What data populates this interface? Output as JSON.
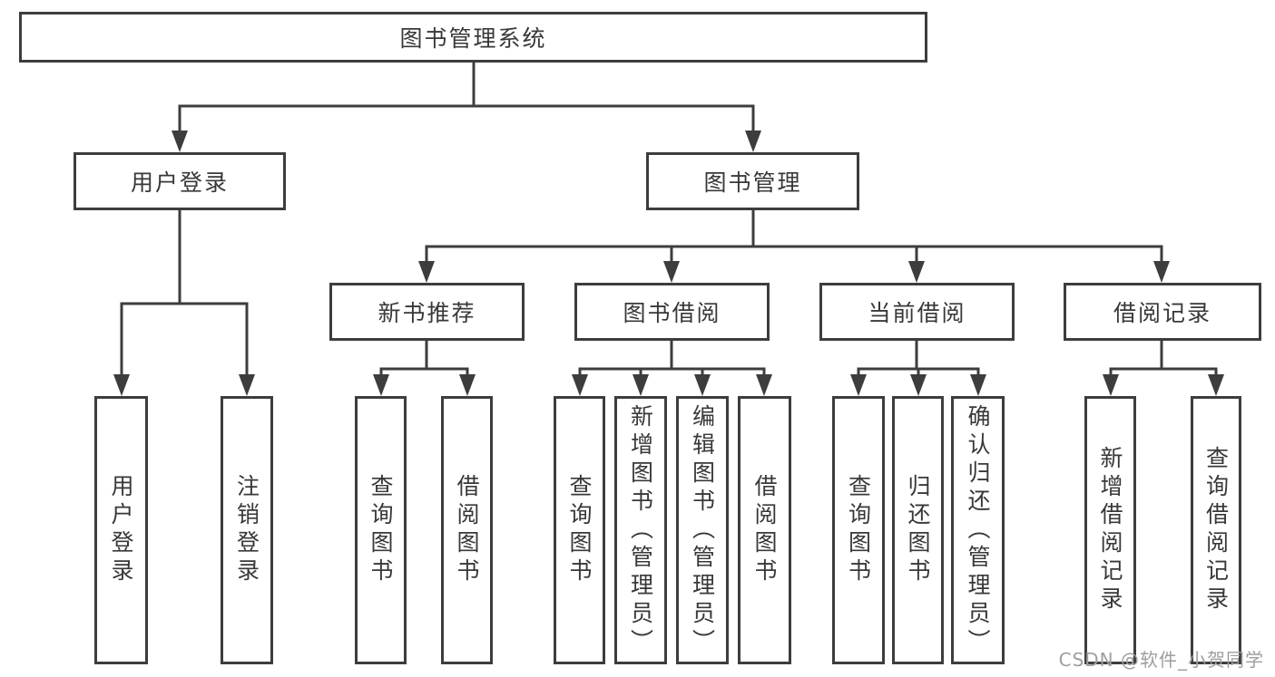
{
  "diagram": {
    "type": "function-structure-tree",
    "colors": {
      "line": "#3d3d3d",
      "border": "#3d3d3d",
      "text": "#383838",
      "background": "#ffffff",
      "watermark": "#9e9e9e"
    },
    "tree": {
      "label": "图书管理系统",
      "children": [
        {
          "label": "用户登录",
          "children": [
            {
              "label": "用户登录"
            },
            {
              "label": "注销登录"
            }
          ]
        },
        {
          "label": "图书管理",
          "children": [
            {
              "label": "新书推荐",
              "children": [
                {
                  "label": "查询图书"
                },
                {
                  "label": "借阅图书"
                }
              ]
            },
            {
              "label": "图书借阅",
              "children": [
                {
                  "label": "查询图书"
                },
                {
                  "label": "新增图书（管理员）"
                },
                {
                  "label": "编辑图书（管理员）"
                },
                {
                  "label": "借阅图书"
                }
              ]
            },
            {
              "label": "当前借阅",
              "children": [
                {
                  "label": "查询图书"
                },
                {
                  "label": "归还图书"
                },
                {
                  "label": "确认归还（管理员）"
                }
              ]
            },
            {
              "label": "借阅记录",
              "children": [
                {
                  "label": "新增借阅记录"
                },
                {
                  "label": "查询借阅记录"
                }
              ]
            }
          ]
        }
      ]
    },
    "watermark": {
      "text": "CSDN @软件_小贺同学"
    }
  }
}
